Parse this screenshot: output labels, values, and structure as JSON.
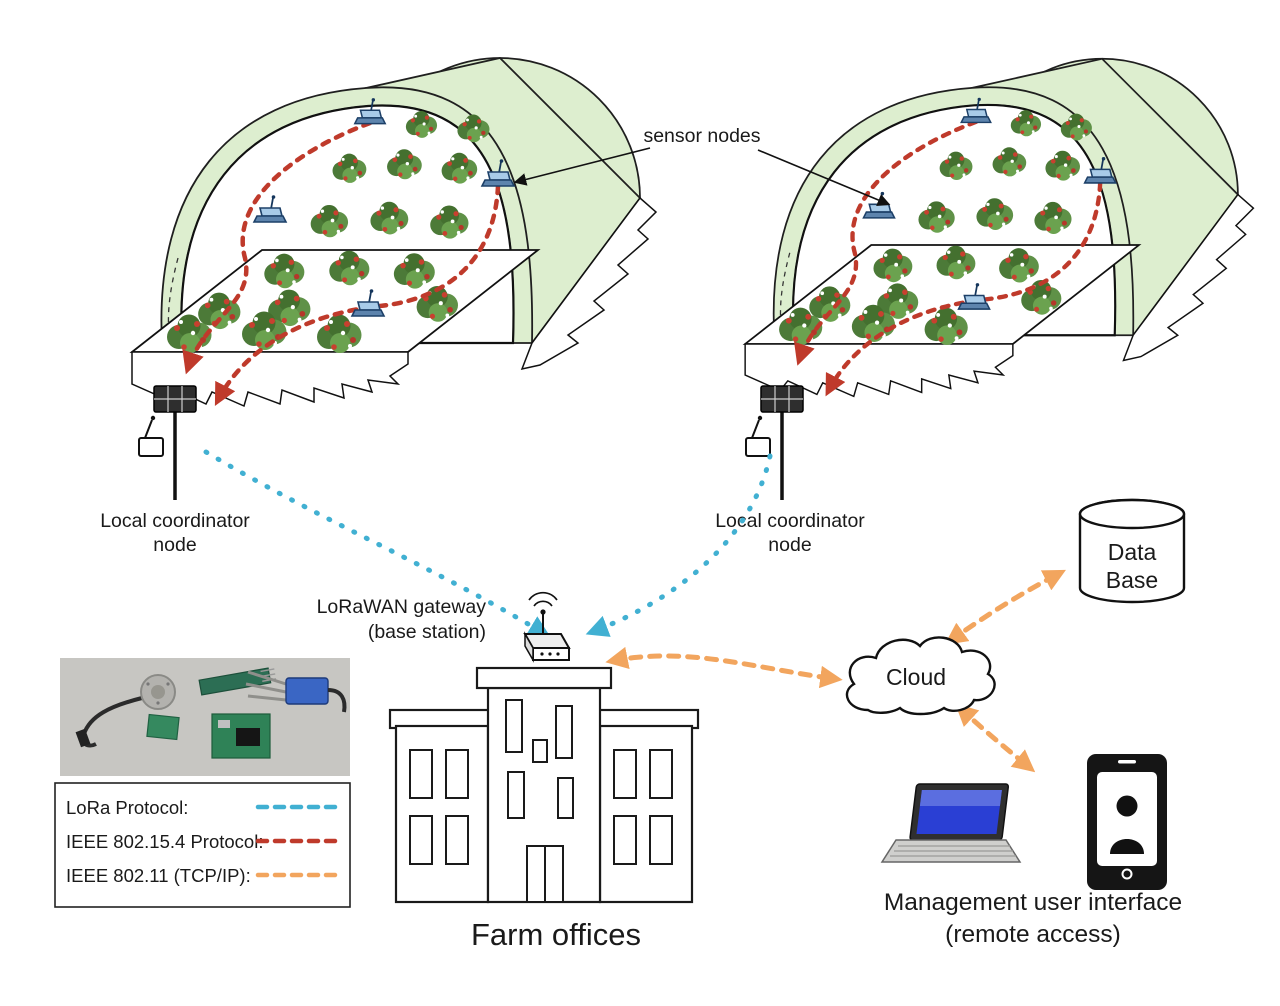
{
  "palette": {
    "greenhouse_green": "#ddeecf",
    "lora_blue": "#41b0d2",
    "zigbee_red": "#bf3a2b",
    "wifi_orange": "#f2a55e",
    "outline": "#1f1f1f"
  },
  "labels": {
    "sensor_nodes": "sensor nodes",
    "coordinator_1": {
      "line1": "Local coordinator",
      "line2": "node"
    },
    "coordinator_2": {
      "line1": "Local coordinator",
      "line2": "node"
    },
    "gateway": {
      "line1": "LoRaWAN gateway",
      "line2": "(base station)"
    },
    "farm_offices": "Farm offices",
    "cloud": "Cloud",
    "database": {
      "line1": "Data",
      "line2": "Base"
    },
    "management": {
      "line1": "Management user interface",
      "line2": "(remote access)"
    }
  },
  "legend": {
    "items": [
      {
        "label": "LoRa Protocol:",
        "color": "#41b0d2"
      },
      {
        "label": "IEEE 802.15.4 Protocol:",
        "color": "#bf3a2b"
      },
      {
        "label": "IEEE 802.11 (TCP/IP):",
        "color": "#f2a55e"
      }
    ]
  }
}
